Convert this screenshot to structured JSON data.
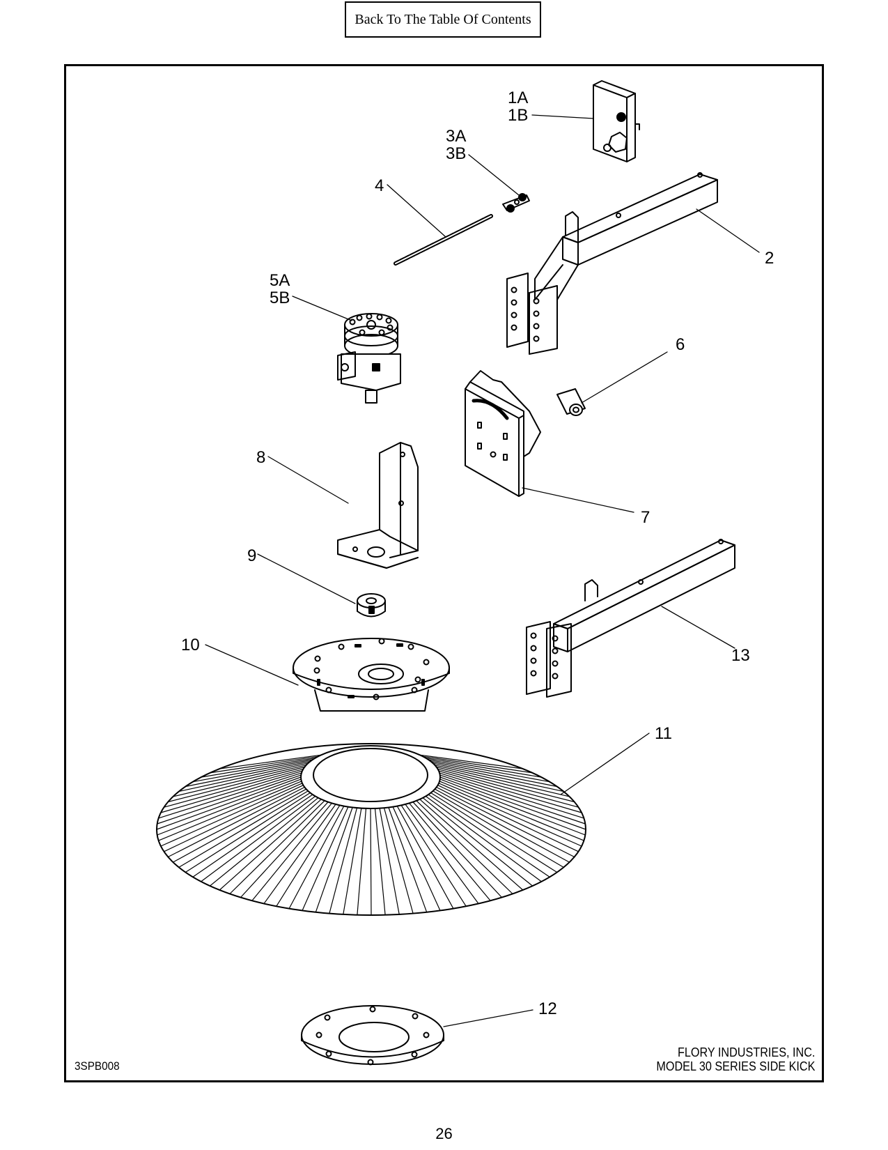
{
  "toc_button": {
    "label": "Back To The Table Of Contents"
  },
  "drawing": {
    "code": "3SPB008",
    "company_line1": "FLORY INDUSTRIES, INC.",
    "company_line2": "MODEL 30 SERIES SIDE KICK",
    "callouts": {
      "c1a": "1A",
      "c1b": "1B",
      "c2": "2",
      "c3a": "3A",
      "c3b": "3B",
      "c4": "4",
      "c5a": "5A",
      "c5b": "5B",
      "c6": "6",
      "c7": "7",
      "c8": "8",
      "c9": "9",
      "c10": "10",
      "c11": "11",
      "c12": "12",
      "c13": "13"
    }
  },
  "page_number": "26"
}
